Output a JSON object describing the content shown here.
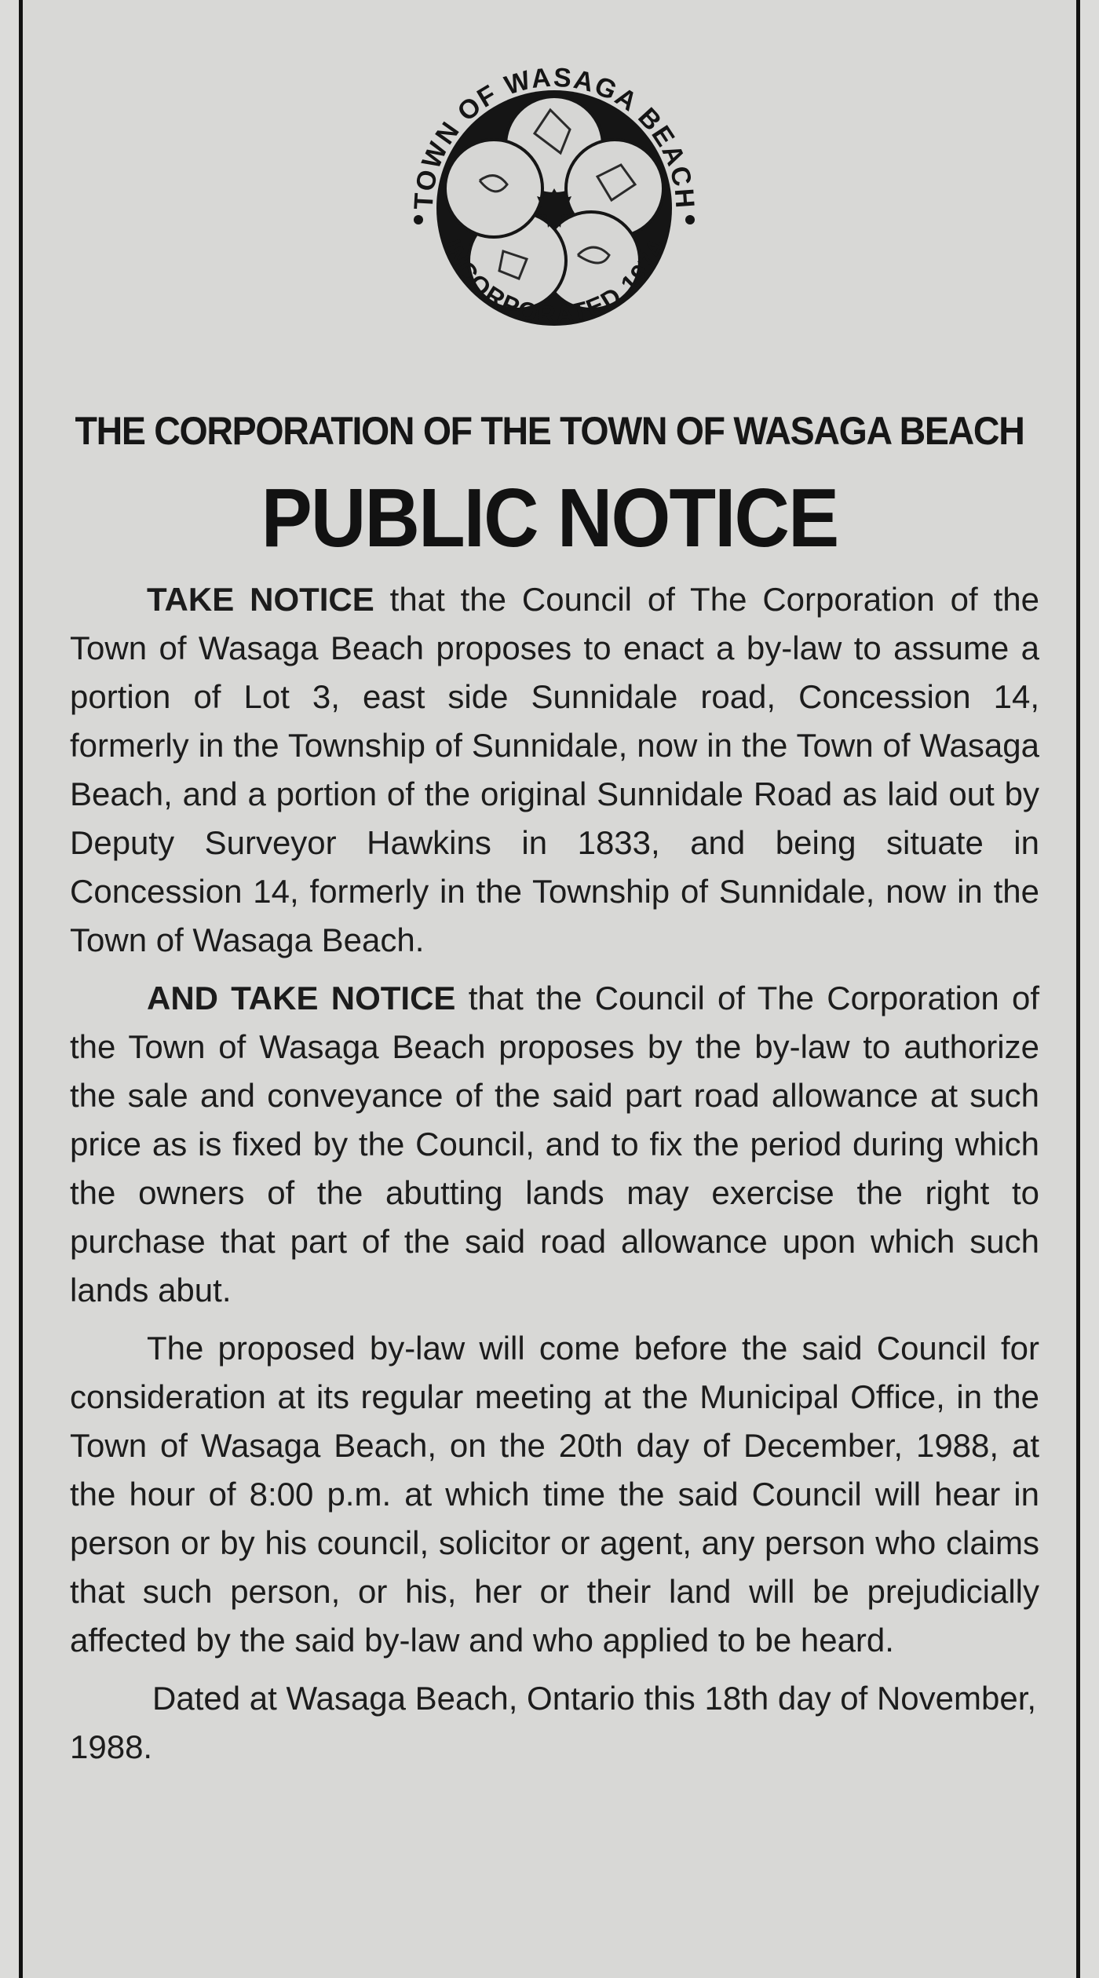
{
  "seal": {
    "top_text": "TOWN OF WASAGA BEACH",
    "bottom_text": "INCORPORATED 1974"
  },
  "header": {
    "corporation": "THE CORPORATION OF THE TOWN OF WASAGA BEACH",
    "title": "PUBLIC NOTICE"
  },
  "paragraphs": {
    "p1_lead": "TAKE NOTICE",
    "p1_text": " that the Council of The Corporation of the Town of Wasaga Beach proposes to enact a by-law to assume a portion of Lot 3, east side Sunnidale road, Concession 14, formerly in the Township of Sunnidale, now in the Town of Wasaga Beach, and a portion of the original Sunnidale Road as laid out by Deputy Surveyor Hawkins in 1833, and being situate in Concession 14, formerly in the Township of Sunnidale, now in the Town of Wasaga Beach.",
    "p2_lead": "AND TAKE NOTICE",
    "p2_text": " that the Council of The Corporation of the Town of Wasaga Beach proposes by the by-law to authorize the sale and conveyance of the said part road allowance at such price as is fixed by the Council, and to fix the period during which the owners of the abutting lands may exercise the right to purchase that part of the said road allowance upon which such lands abut.",
    "p3_text": "The proposed by-law will come before the said Council for consideration at its regular meeting at the Municipal Office, in the Town of Wasaga Beach, on the 20th day of December, 1988, at the hour of 8:00 p.m. at which time the said Council will hear in person or by his council, solicitor or agent, any person who claims that such person, or his, her or their land will be prejudicially affected by the said by-law and who applied to be heard.",
    "dated_text": "Dated at Wasaga Beach, Ontario this 18th day of November, 1988."
  }
}
